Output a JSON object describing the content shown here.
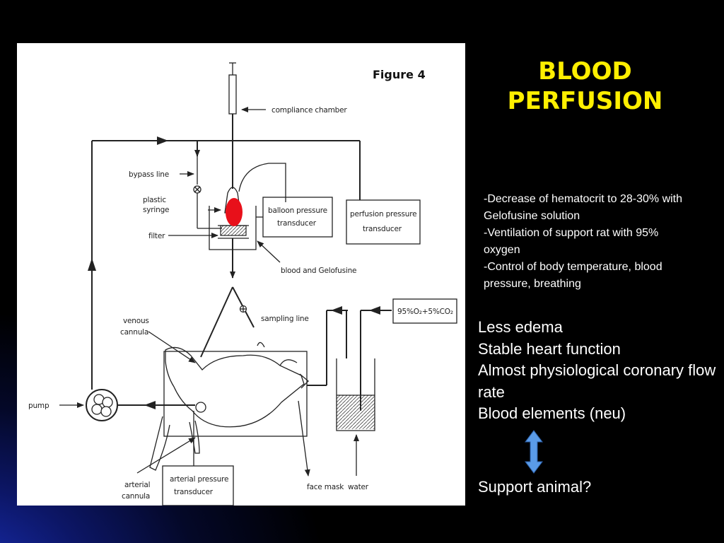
{
  "slide": {
    "title_line1": "BLOOD",
    "title_line2": "PERFUSION",
    "details": [
      "-Decrease of hematocrit to 28-30% with Gelofusine solution",
      "-Ventilation of support rat with 95% oxygen",
      "-Control of body temperature, blood pressure, breathing"
    ],
    "points": [
      "Less edema",
      "Stable heart function",
      "Almost physiological coronary flow rate",
      "Blood elements (neu)"
    ],
    "support": "Support animal?",
    "colors": {
      "background": "#000000",
      "title": "#ffef00",
      "text": "#ffffff",
      "arrow": "#5a9be8",
      "heart": "#e8101a"
    }
  },
  "figure": {
    "title": "Figure 4",
    "labels": {
      "compliance": "compliance chamber",
      "bypass": "bypass line",
      "syringe_1": "plastic",
      "syringe_2": "syringe",
      "filter": "filter",
      "balloon_1": "balloon pressure",
      "balloon_2": "transducer",
      "perfusion_1": "perfusion pressure",
      "perfusion_2": "transducer",
      "blood": "blood and Gelofusine",
      "venous_1": "venous",
      "venous_2": "cannula",
      "sampling": "sampling line",
      "gas": "95%O₂+5%CO₂",
      "pump": "pump",
      "arterial_c1": "arterial",
      "arterial_c2": "cannula",
      "arterial_t1": "arterial pressure",
      "arterial_t2": "transducer",
      "facemask": "face mask",
      "water": "water"
    }
  }
}
